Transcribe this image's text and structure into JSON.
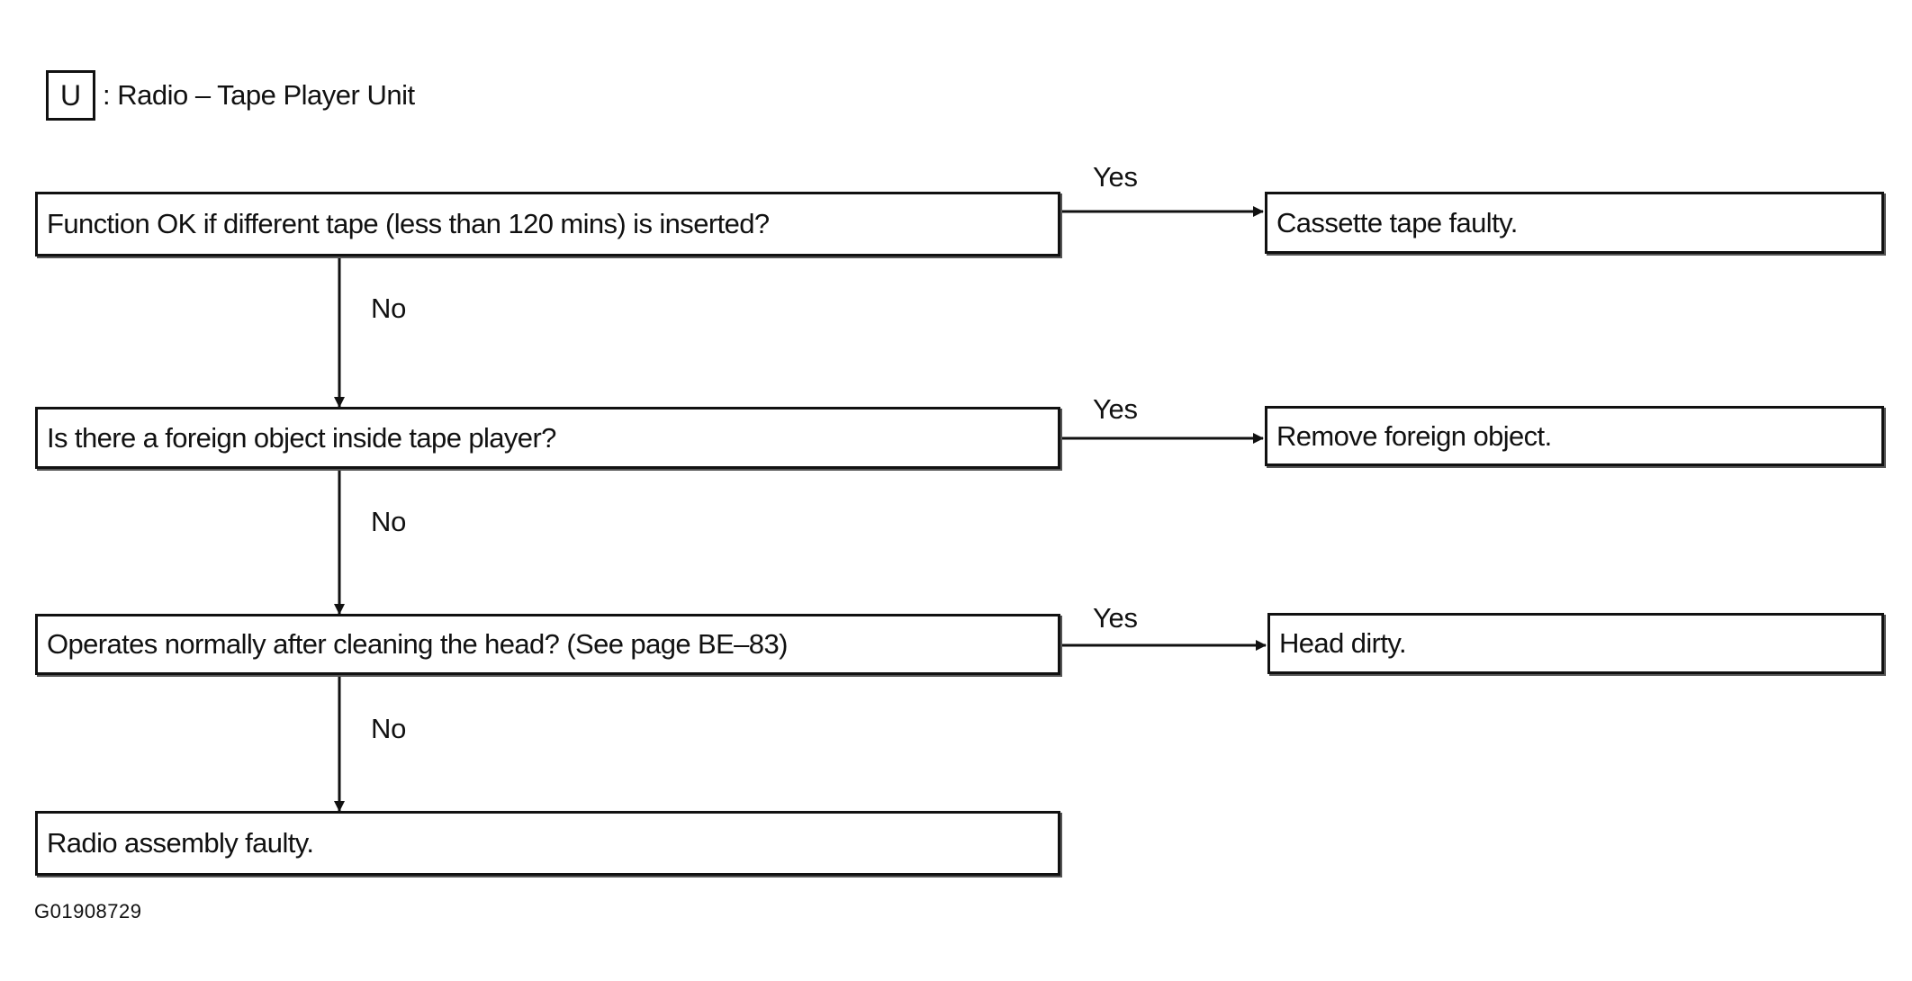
{
  "legend": {
    "key": "U",
    "text": ": Radio – Tape Player Unit"
  },
  "steps": [
    {
      "question": "Function OK if different tape (less than 120 mins) is inserted?",
      "yes_result": "Cassette tape faulty.",
      "yes_label": "Yes",
      "no_label": "No"
    },
    {
      "question": "Is there a foreign object inside tape player?",
      "yes_result": "Remove foreign object.",
      "yes_label": "Yes",
      "no_label": "No"
    },
    {
      "question": "Operates normally after cleaning the head? (See page BE–83)",
      "yes_result": "Head dirty.",
      "yes_label": "Yes",
      "no_label": "No"
    }
  ],
  "final_result": "Radio assembly faulty.",
  "figure_code": "G01908729"
}
